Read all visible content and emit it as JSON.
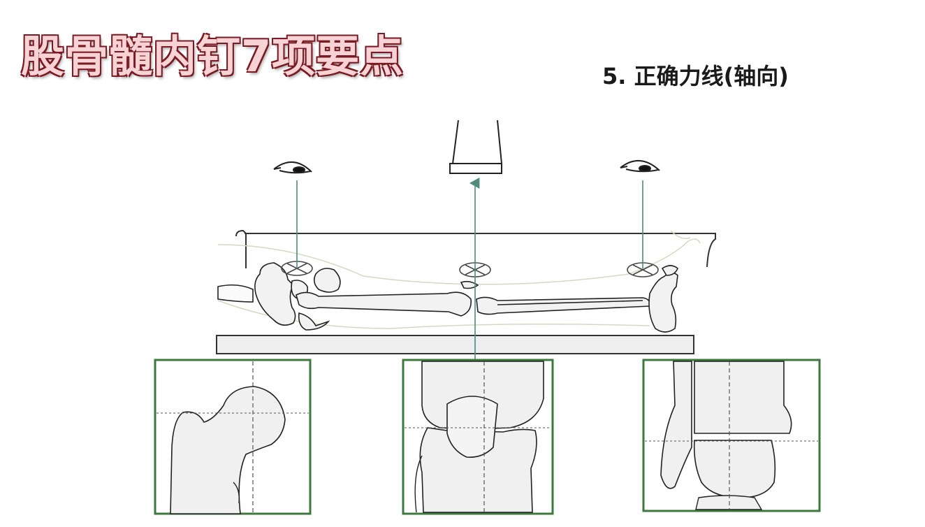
{
  "header": {
    "title": "股骨髓内钉7项要点",
    "subtitle": "5. 正确力线(轴向)"
  },
  "colors": {
    "title_fill": "#f7d3d6",
    "title_outline": "#7a1a22",
    "frame_green": "#3c7a3c",
    "axis_line": "#4f8a7c",
    "bone_fill": "#efefef",
    "outline": "#222222"
  },
  "icons": [
    "eye-icon-left",
    "eye-icon-right",
    "xray-tube",
    "crosshair-marker"
  ],
  "panels": [
    "hip-view-panel",
    "knee-view-panel",
    "ankle-view-panel"
  ]
}
